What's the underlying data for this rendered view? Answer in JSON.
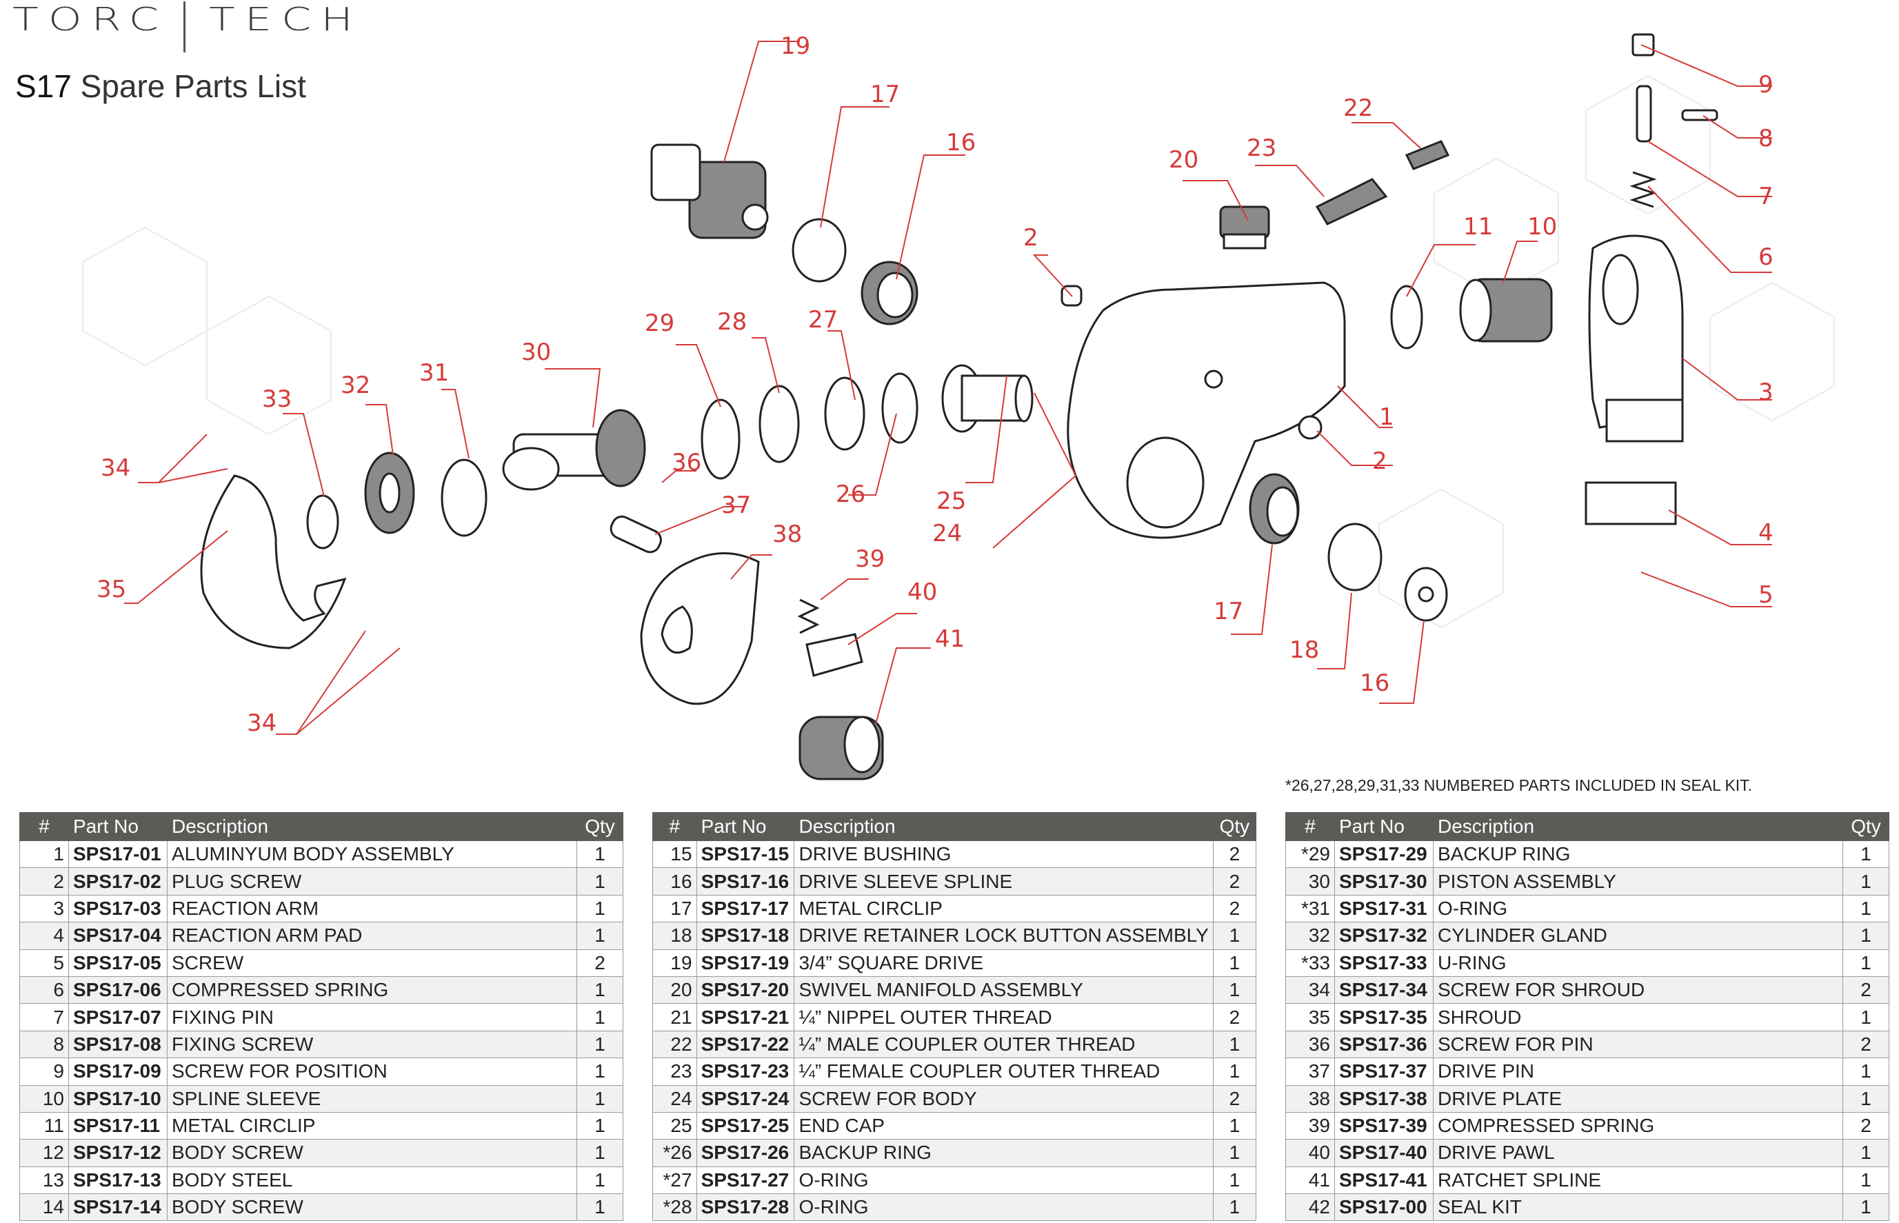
{
  "brand": {
    "left": "TORC",
    "right": "TECH"
  },
  "document": {
    "model": "S17",
    "title": "Spare Parts List"
  },
  "seal_note": "*26,27,28,29,31,33 NUMBERED PARTS INCLUDED IN SEAL KIT.",
  "table_headers": {
    "num": "#",
    "part_no": "Part No",
    "description": "Description",
    "qty": "Qty"
  },
  "diagram_labels": [
    "1",
    "2",
    "2",
    "3",
    "4",
    "5",
    "6",
    "7",
    "8",
    "9",
    "10",
    "11",
    "16",
    "16",
    "17",
    "17",
    "18",
    "19",
    "20",
    "22",
    "23",
    "24",
    "25",
    "26",
    "27",
    "28",
    "29",
    "30",
    "31",
    "32",
    "33",
    "34",
    "34",
    "35",
    "36",
    "37",
    "38",
    "39",
    "40",
    "41"
  ],
  "parts": [
    {
      "num": "1",
      "part_no": "SPS17-01",
      "description": "ALUMINYUM BODY ASSEMBLY",
      "qty": "1"
    },
    {
      "num": "2",
      "part_no": "SPS17-02",
      "description": "PLUG SCREW",
      "qty": "1"
    },
    {
      "num": "3",
      "part_no": "SPS17-03",
      "description": "REACTION ARM",
      "qty": "1"
    },
    {
      "num": "4",
      "part_no": "SPS17-04",
      "description": "REACTION ARM PAD",
      "qty": "1"
    },
    {
      "num": "5",
      "part_no": "SPS17-05",
      "description": "SCREW",
      "qty": "2"
    },
    {
      "num": "6",
      "part_no": "SPS17-06",
      "description": "COMPRESSED SPRING",
      "qty": "1"
    },
    {
      "num": "7",
      "part_no": "SPS17-07",
      "description": "FIXING PIN",
      "qty": "1"
    },
    {
      "num": "8",
      "part_no": "SPS17-08",
      "description": "FIXING SCREW",
      "qty": "1"
    },
    {
      "num": "9",
      "part_no": "SPS17-09",
      "description": "SCREW FOR POSITION",
      "qty": "1"
    },
    {
      "num": "10",
      "part_no": "SPS17-10",
      "description": "SPLINE SLEEVE",
      "qty": "1"
    },
    {
      "num": "11",
      "part_no": "SPS17-11",
      "description": "METAL CIRCLIP",
      "qty": "1"
    },
    {
      "num": "12",
      "part_no": "SPS17-12",
      "description": "BODY SCREW",
      "qty": "1"
    },
    {
      "num": "13",
      "part_no": "SPS17-13",
      "description": "BODY STEEL",
      "qty": "1"
    },
    {
      "num": "14",
      "part_no": "SPS17-14",
      "description": "BODY SCREW",
      "qty": "1"
    },
    {
      "num": "15",
      "part_no": "SPS17-15",
      "description": "DRIVE BUSHING",
      "qty": "2"
    },
    {
      "num": "16",
      "part_no": "SPS17-16",
      "description": "DRIVE SLEEVE SPLINE",
      "qty": "2"
    },
    {
      "num": "17",
      "part_no": "SPS17-17",
      "description": "METAL CIRCLIP",
      "qty": "2"
    },
    {
      "num": "18",
      "part_no": "SPS17-18",
      "description": "DRIVE RETAINER LOCK BUTTON ASSEMBLY",
      "qty": "1"
    },
    {
      "num": "19",
      "part_no": "SPS17-19",
      "description": "3/4” SQUARE DRIVE",
      "qty": "1"
    },
    {
      "num": "20",
      "part_no": "SPS17-20",
      "description": "SWIVEL MANIFOLD ASSEMBLY",
      "qty": "1"
    },
    {
      "num": "21",
      "part_no": "SPS17-21",
      "description": "¼” NIPPEL OUTER THREAD",
      "qty": "2"
    },
    {
      "num": "22",
      "part_no": "SPS17-22",
      "description": "¼” MALE COUPLER OUTER THREAD",
      "qty": "1"
    },
    {
      "num": "23",
      "part_no": "SPS17-23",
      "description": "¼” FEMALE COUPLER OUTER THREAD",
      "qty": "1"
    },
    {
      "num": "24",
      "part_no": "SPS17-24",
      "description": "SCREW FOR BODY",
      "qty": "2"
    },
    {
      "num": "25",
      "part_no": "SPS17-25",
      "description": "END CAP",
      "qty": "1"
    },
    {
      "num": "*26",
      "part_no": "SPS17-26",
      "description": "BACKUP RING",
      "qty": "1"
    },
    {
      "num": "*27",
      "part_no": "SPS17-27",
      "description": "O-RING",
      "qty": "1"
    },
    {
      "num": "*28",
      "part_no": "SPS17-28",
      "description": "O-RING",
      "qty": "1"
    },
    {
      "num": "*29",
      "part_no": "SPS17-29",
      "description": "BACKUP RING",
      "qty": "1"
    },
    {
      "num": "30",
      "part_no": "SPS17-30",
      "description": "PISTON ASSEMBLY",
      "qty": "1"
    },
    {
      "num": "*31",
      "part_no": "SPS17-31",
      "description": "O-RING",
      "qty": "1"
    },
    {
      "num": "32",
      "part_no": "SPS17-32",
      "description": "CYLINDER GLAND",
      "qty": "1"
    },
    {
      "num": "*33",
      "part_no": "SPS17-33",
      "description": "U-RING",
      "qty": "1"
    },
    {
      "num": "34",
      "part_no": "SPS17-34",
      "description": "SCREW FOR SHROUD",
      "qty": "2"
    },
    {
      "num": "35",
      "part_no": "SPS17-35",
      "description": "SHROUD",
      "qty": "1"
    },
    {
      "num": "36",
      "part_no": "SPS17-36",
      "description": "SCREW FOR PIN",
      "qty": "2"
    },
    {
      "num": "37",
      "part_no": "SPS17-37",
      "description": "DRIVE PIN",
      "qty": "1"
    },
    {
      "num": "38",
      "part_no": "SPS17-38",
      "description": "DRIVE PLATE",
      "qty": "1"
    },
    {
      "num": "39",
      "part_no": "SPS17-39",
      "description": "COMPRESSED SPRING",
      "qty": "2"
    },
    {
      "num": "40",
      "part_no": "SPS17-40",
      "description": "DRIVE PAWL",
      "qty": "1"
    },
    {
      "num": "41",
      "part_no": "SPS17-41",
      "description": "RATCHET SPLINE",
      "qty": "1"
    },
    {
      "num": "42",
      "part_no": "SPS17-00",
      "description": "SEAL KIT",
      "qty": "1"
    }
  ]
}
